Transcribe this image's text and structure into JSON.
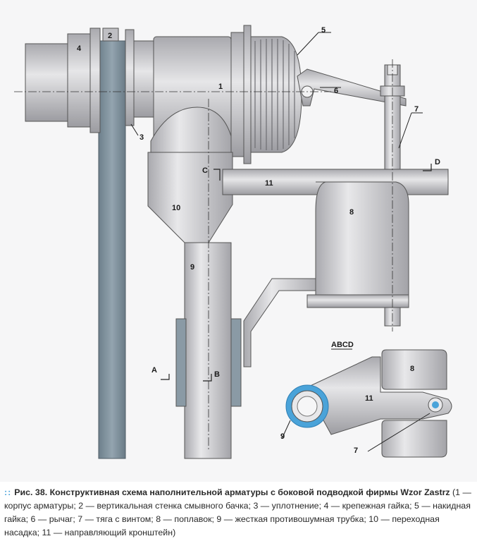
{
  "figure": {
    "colors": {
      "part_light": "#d9d9db",
      "part_mid": "#bfbfc3",
      "part_dark": "#8e8e94",
      "wall": "#7c8d99",
      "seal": "#4aa3d9"
    },
    "callouts": [
      "1",
      "2",
      "3",
      "4",
      "5",
      "6",
      "7",
      "8",
      "9",
      "10",
      "11"
    ],
    "section_marks": {
      "a": "A",
      "b": "B",
      "c": "C",
      "d": "D"
    },
    "section_view": {
      "title": "ABCD",
      "labels": {
        "p8": "8",
        "p11": "11",
        "p9": "9",
        "p7": "7"
      }
    }
  },
  "caption": {
    "marker": "::",
    "fig_no": "Рис. 38",
    "title": ". Конструктивная схема наполнительной арматуры с боковой подводкой фирмы Wzor Zastrz",
    "body": " (1 — корпус арматуры; 2 — вертикальная стенка смывного бачка; 3 — уплотнение; 4 — крепежная гайка; 5 — накидная гайка; 6 — рычаг; 7 — тяга с винтом; 8 — поплавок; 9 — жесткая противошумная трубка; 10 — переходная насадка; 11 — направляющий кронштейн)"
  }
}
